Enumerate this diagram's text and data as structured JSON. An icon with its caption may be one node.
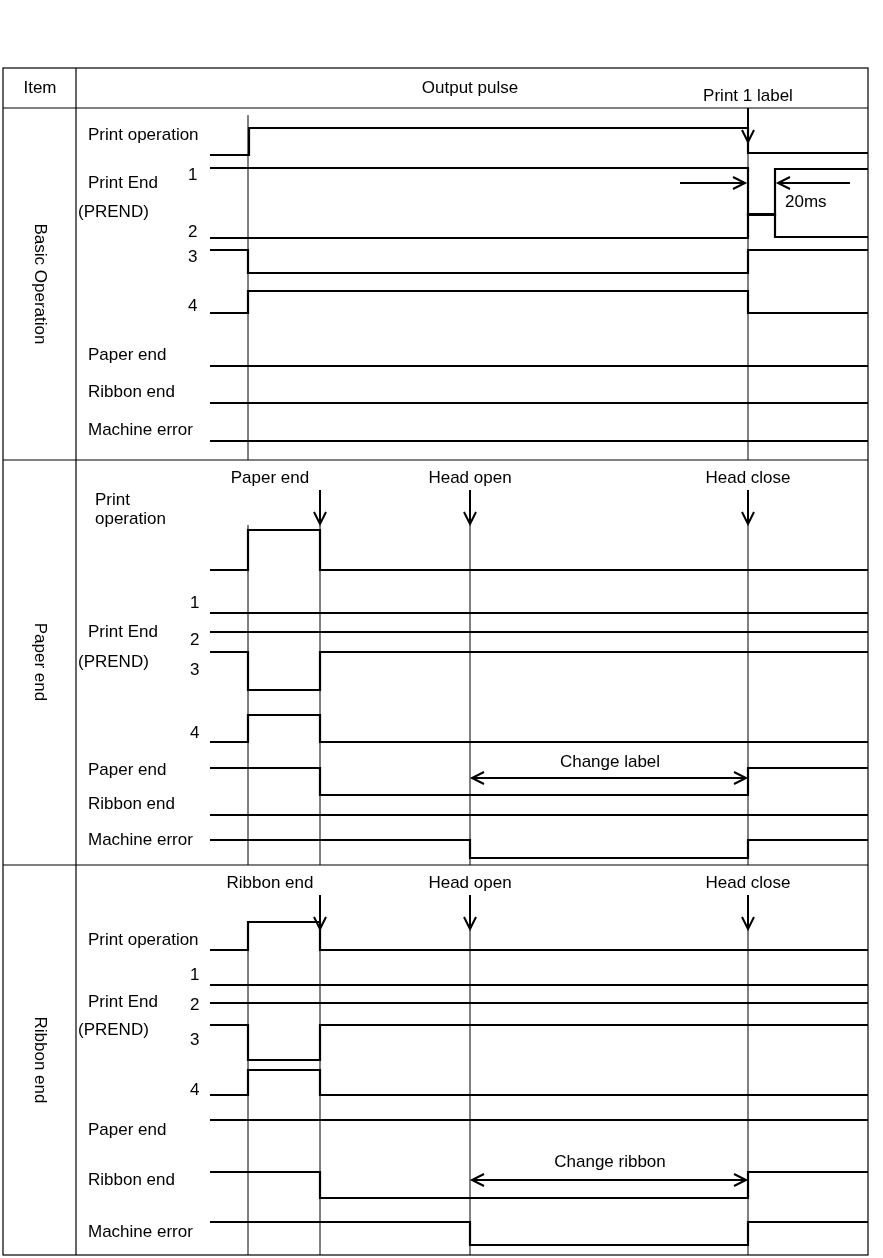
{
  "diagram": {
    "labels": [
      "Item",
      "Output pulse",
      "Basic Operation",
      "Print 1 label",
      "Print operation",
      "1",
      "Print End",
      "(PREND)",
      "20ms",
      "2",
      "3",
      "4",
      "Paper end",
      "Ribbon end",
      "Machine error",
      "Paper end",
      "Paper end",
      "Head open",
      "Head close",
      "Print operation",
      "1",
      "Print End",
      "2",
      "(PREND)",
      "3",
      "4",
      "Paper end",
      "Change label",
      "Ribbon end",
      "Machine error",
      "Ribbon end",
      "Ribbon end",
      "Head open",
      "Head close",
      "Print operation",
      "1",
      "Print End",
      "2",
      "(PREND)",
      "3",
      "4",
      "Paper end",
      "Change ribbon",
      "Ribbon end",
      "Machine error"
    ]
  }
}
